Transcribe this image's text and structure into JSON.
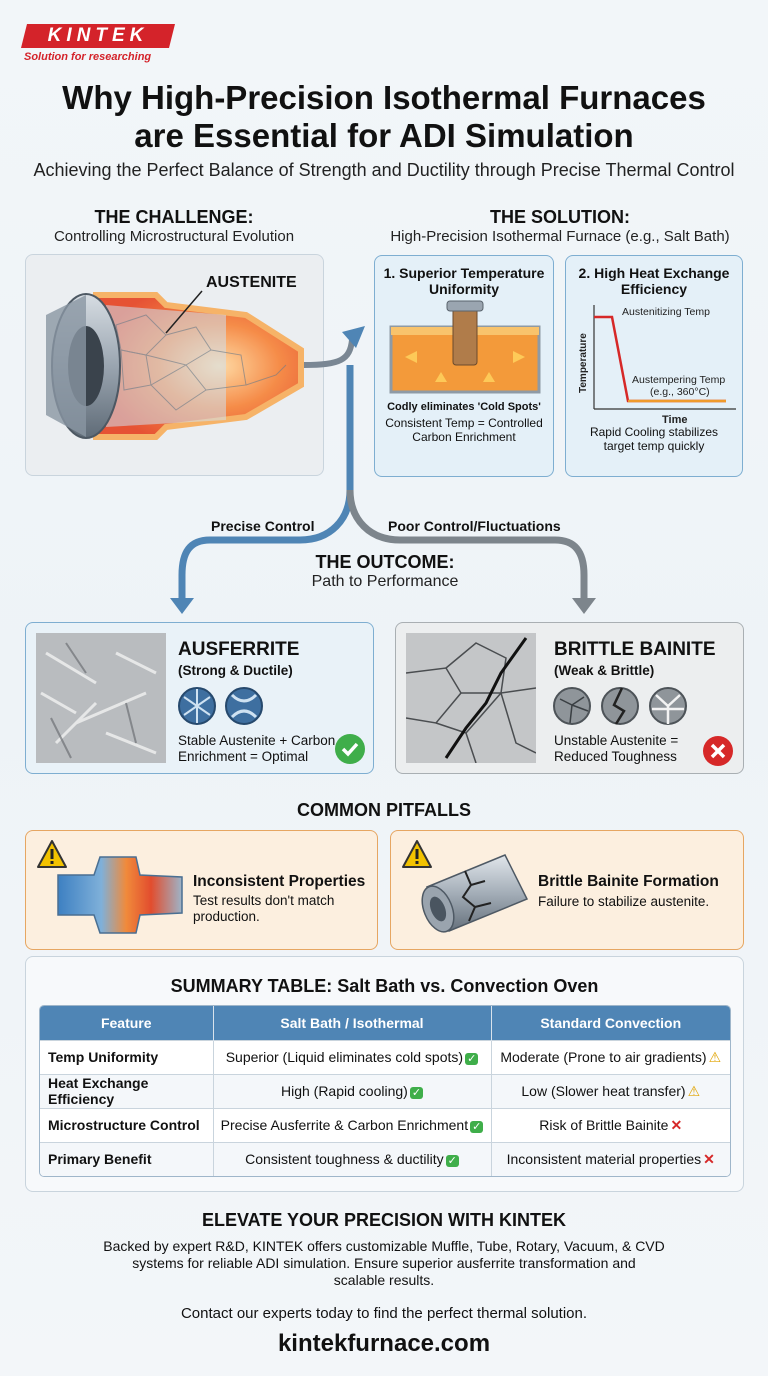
{
  "brand": {
    "name": "KINTEK",
    "tagline": "Solution for researching"
  },
  "header": {
    "title_line1": "Why High-Precision Isothermal Furnaces",
    "title_line2": "are Essential for ADI Simulation",
    "subtitle": "Achieving the Perfect Balance of Strength and Ductility through Precise Thermal Control"
  },
  "challenge": {
    "heading": "THE CHALLENGE:",
    "subheading": "Controlling Microstructural Evolution",
    "label": "AUSTENITE"
  },
  "solution": {
    "heading": "THE SOLUTION:",
    "subheading": "High-Precision Isothermal Furnace (e.g., Salt Bath)",
    "card1": {
      "title_line1": "1. Superior Temperature",
      "title_line2": "Uniformity",
      "caption": "Codly eliminates 'Cold Spots'",
      "text_line1": "Consistent Temp = Controlled",
      "text_line2": "Carbon Enrichment"
    },
    "card2": {
      "title_line1": "2. High Heat Exchange",
      "title_line2": "Efficiency",
      "chart_top_label": "Austenitizing Temp",
      "chart_low_label_line1": "Austempering Temp",
      "chart_low_label_line2": "(e.g., 360°C)",
      "y_axis": "Temperature",
      "x_axis": "Time",
      "text_line1": "Rapid Cooling stabilizes",
      "text_line2": "target temp quickly"
    }
  },
  "paths": {
    "left": "Precise Control",
    "right": "Poor Control/Fluctuations"
  },
  "outcome": {
    "heading": "THE OUTCOME:",
    "subheading": "Path to Performance"
  },
  "ausferrite": {
    "title": "AUSFERRITE",
    "subtitle": "(Strong & Ductile)",
    "text_line1": "Stable Austenite + Carbon",
    "text_line2": "Enrichment = Optimal"
  },
  "bainite": {
    "title": "BRITTLE BAINITE",
    "subtitle": "(Weak & Brittle)",
    "text_line1": "Unstable Austenite =",
    "text_line2": "Reduced Toughness"
  },
  "pitfalls": {
    "heading": "COMMON PITFALLS",
    "items": [
      {
        "title": "Inconsistent Properties",
        "text_line1": "Test results don't match",
        "text_line2": "production."
      },
      {
        "title": "Brittle Bainite Formation",
        "text_line1": "Failure to stabilize austenite.",
        "text_line2": ""
      }
    ]
  },
  "summary": {
    "heading": "SUMMARY TABLE: Salt Bath vs. Convection Oven",
    "columns": [
      "Feature",
      "Salt Bath / Isothermal",
      "Standard Convection"
    ],
    "rows": [
      [
        "Temp Uniformity",
        "Superior (Liquid eliminates cold spots)",
        "Moderate (Prone to air gradients)"
      ],
      [
        "Heat Exchange Efficiency",
        "High (Rapid cooling)",
        "Low (Slower heat transfer)"
      ],
      [
        "Microstructure Control",
        "Precise Ausferrite & Carbon Enrichment",
        "Risk of Brittle Bainite"
      ],
      [
        "Primary Benefit",
        "Consistent toughness & ductility",
        "Inconsistent material properties"
      ]
    ],
    "marks": [
      [
        "ok",
        "warn"
      ],
      [
        "ok",
        "warn"
      ],
      [
        "ok",
        "bad"
      ],
      [
        "ok",
        "bad"
      ]
    ]
  },
  "footer": {
    "heading": "ELEVATE YOUR PRECISION WITH KINTEK",
    "line1": "Backed by expert R&D, KINTEK offers customizable Muffle, Tube, Rotary, Vacuum, & CVD",
    "line2": "systems for reliable ADI simulation. Ensure superior ausferrite transformation and",
    "line3": "scalable results.",
    "contact": "Contact our experts today to find the perfect thermal solution.",
    "url": "kintekfurnace.com"
  },
  "colors": {
    "brand_red": "#d4232a",
    "accent_blue": "#4f85b5",
    "good_green": "#3fae4a",
    "bad_red": "#d62828",
    "warning_yellow": "#f2c200"
  }
}
